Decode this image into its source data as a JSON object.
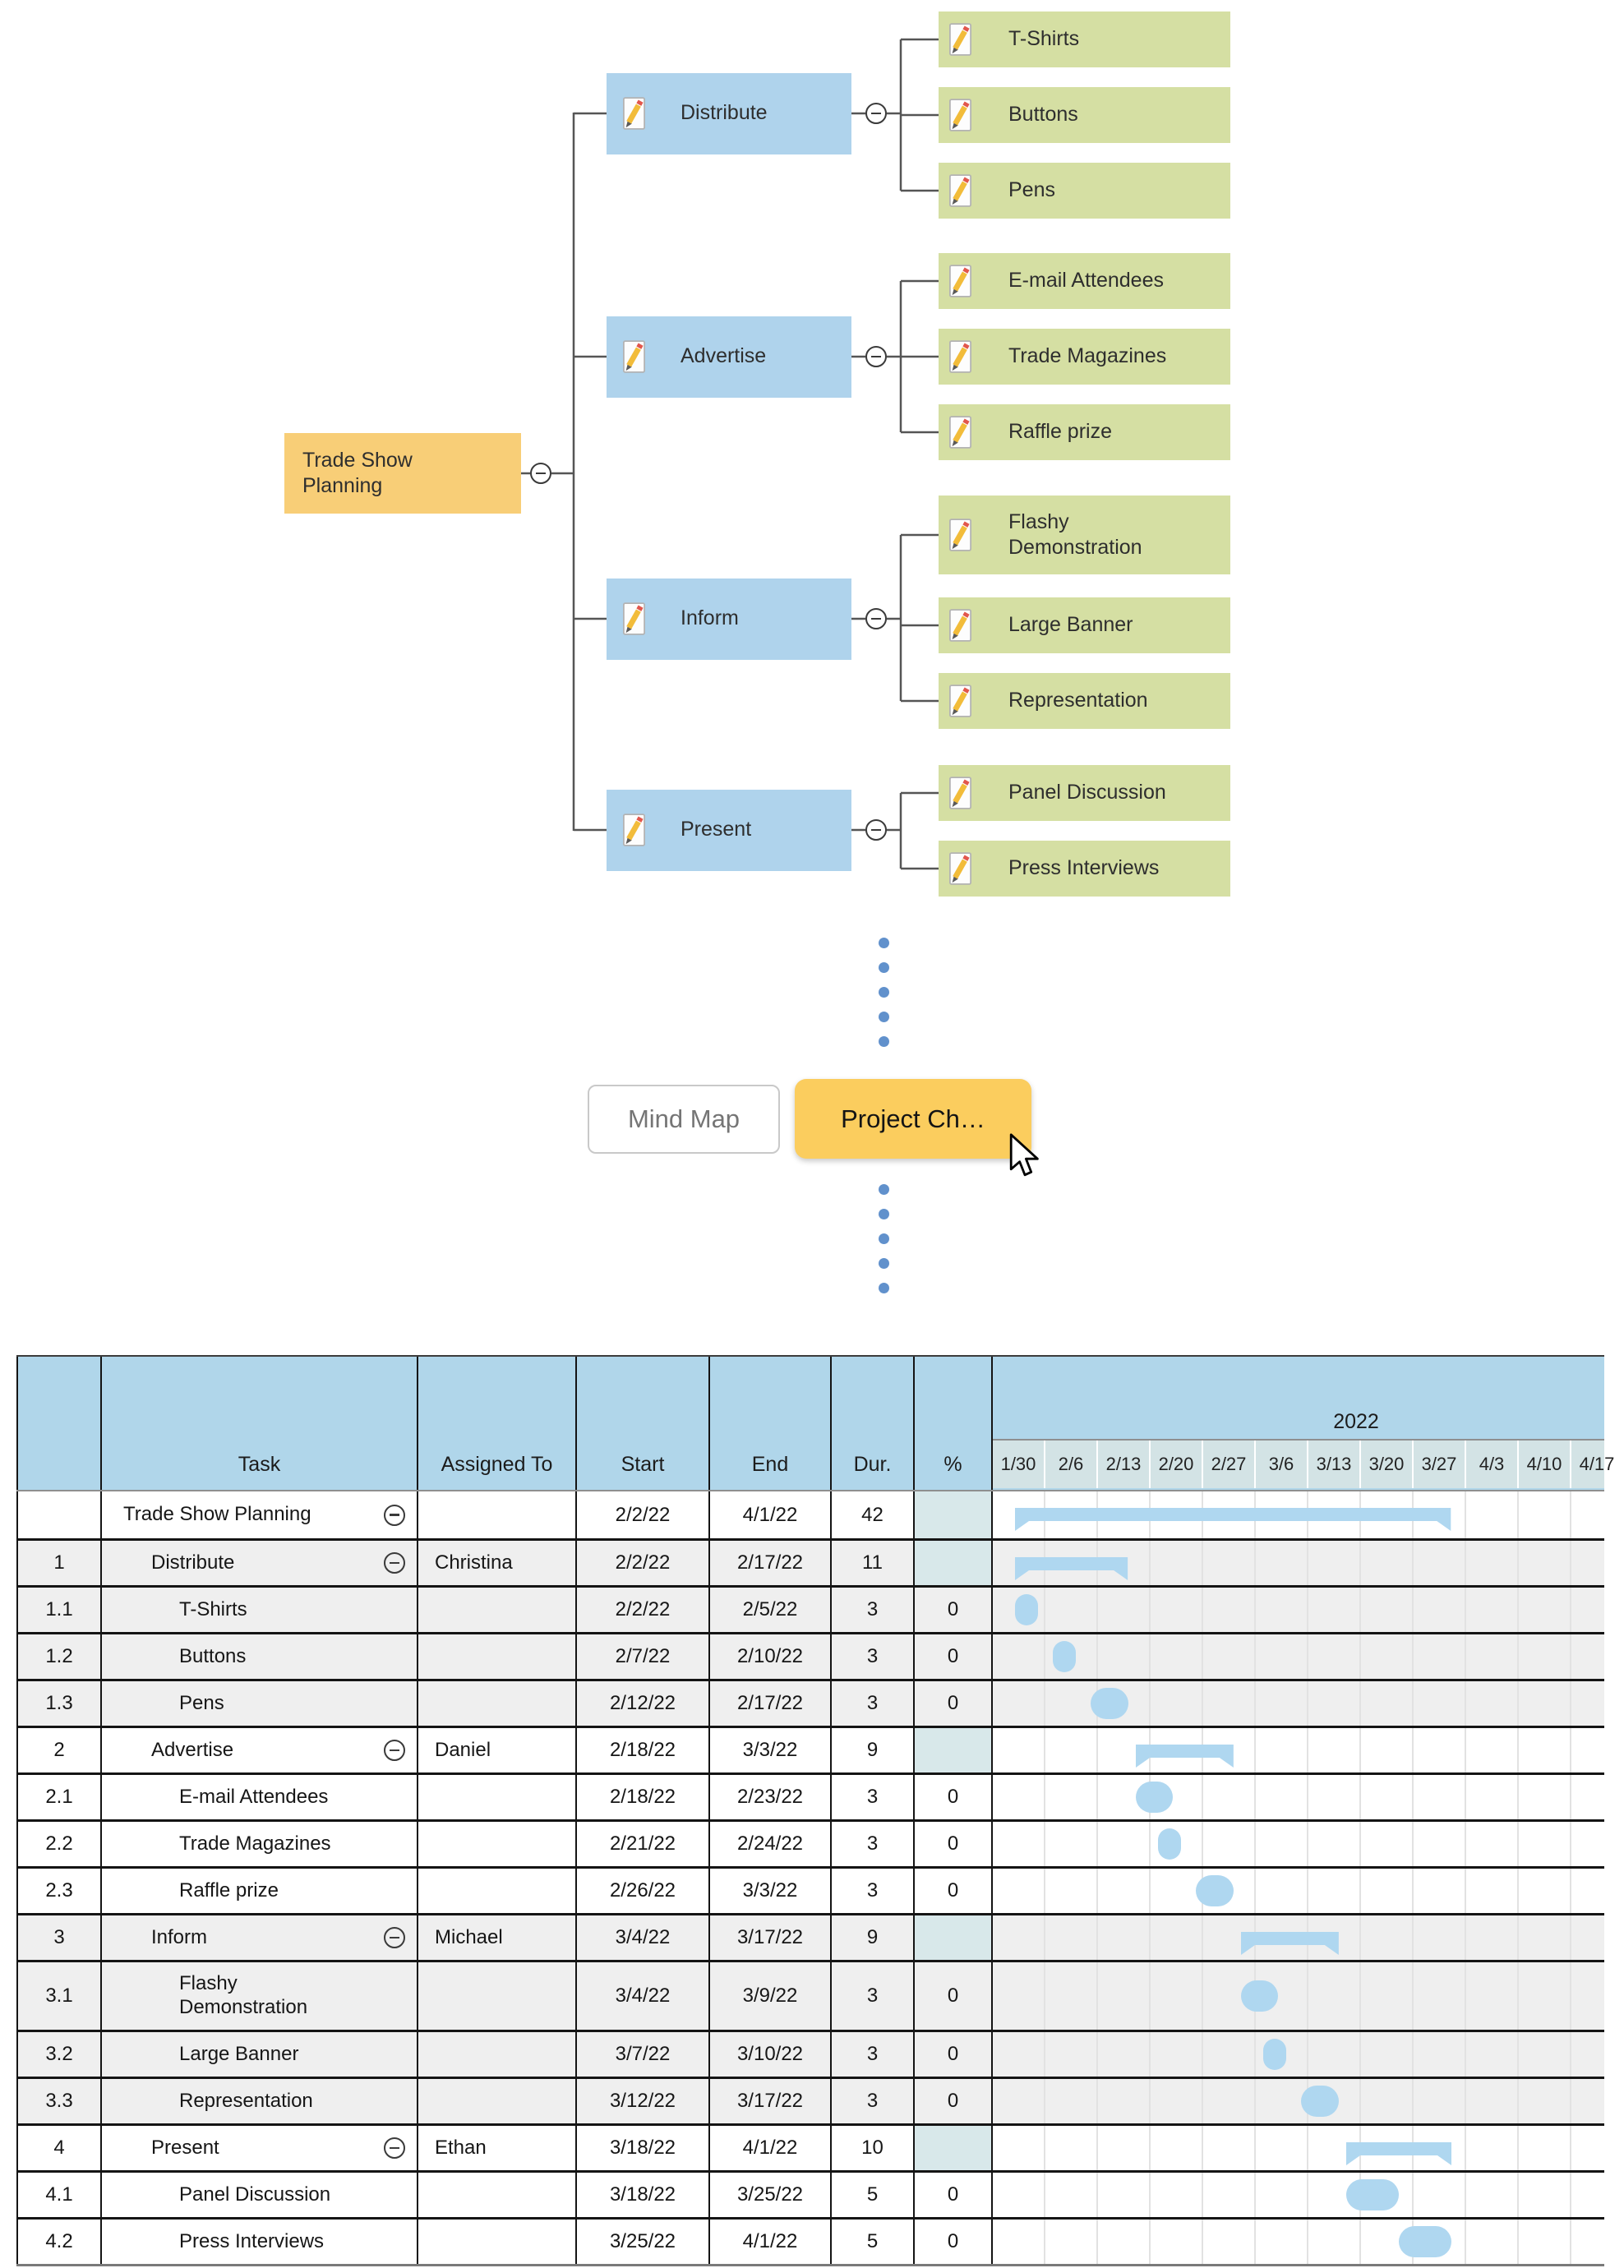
{
  "colors": {
    "root_node": "#F8CE77",
    "branch_node": "#AFD3EC",
    "leaf_node": "#D5DFA3",
    "active_button": "#FBCD5E",
    "header_blue": "#B0D6EA",
    "date_strip": "#D3E3E5",
    "percent_cell_tint": "#D8E8EA",
    "row_alt_gray": "#EFEFEF",
    "gantt_bar_blue": "#AFD7F0",
    "dot_blue": "#6191CC",
    "connector_gray": "#555555"
  },
  "mindmap": {
    "root_label": "Trade Show Planning",
    "branches": [
      {
        "label": "Distribute",
        "children": [
          "T-Shirts",
          "Buttons",
          "Pens"
        ]
      },
      {
        "label": "Advertise",
        "children": [
          "E-mail Attendees",
          "Trade Magazines",
          "Raffle prize"
        ]
      },
      {
        "label": "Inform",
        "children": [
          "Flashy Demonstration",
          "Large Banner",
          "Representation"
        ]
      },
      {
        "label": "Present",
        "children": [
          "Panel Discussion",
          "Press Interviews"
        ]
      }
    ]
  },
  "toggle": {
    "mind_map_label": "Mind Map",
    "project_chart_label": "Project Ch…"
  },
  "gantt": {
    "year_label": "2022",
    "headers": {
      "task": "Task",
      "assigned": "Assigned To",
      "start": "Start",
      "end": "End",
      "dur": "Dur.",
      "pct": "%"
    },
    "week_labels": [
      "1/30",
      "2/6",
      "2/13",
      "2/20",
      "2/27",
      "3/6",
      "3/13",
      "3/20",
      "3/27",
      "4/3",
      "4/10",
      "4/17"
    ],
    "timeline_origin": "1/30/22",
    "rows": [
      {
        "num": "",
        "task": "Trade Show Planning",
        "level": 0,
        "summary": true,
        "assigned": "",
        "start": "2/2/22",
        "end": "4/1/22",
        "dur": "42",
        "pct": "",
        "shaded": false,
        "tall": false
      },
      {
        "num": "1",
        "task": "Distribute",
        "level": 1,
        "summary": true,
        "assigned": "Christina",
        "start": "2/2/22",
        "end": "2/17/22",
        "dur": "11",
        "pct": "",
        "shaded": true,
        "tall": false
      },
      {
        "num": "1.1",
        "task": "T-Shirts",
        "level": 2,
        "summary": false,
        "assigned": "",
        "start": "2/2/22",
        "end": "2/5/22",
        "dur": "3",
        "pct": "0",
        "shaded": true,
        "tall": false
      },
      {
        "num": "1.2",
        "task": "Buttons",
        "level": 2,
        "summary": false,
        "assigned": "",
        "start": "2/7/22",
        "end": "2/10/22",
        "dur": "3",
        "pct": "0",
        "shaded": true,
        "tall": false
      },
      {
        "num": "1.3",
        "task": "Pens",
        "level": 2,
        "summary": false,
        "assigned": "",
        "start": "2/12/22",
        "end": "2/17/22",
        "dur": "3",
        "pct": "0",
        "shaded": true,
        "tall": false
      },
      {
        "num": "2",
        "task": "Advertise",
        "level": 1,
        "summary": true,
        "assigned": "Daniel",
        "start": "2/18/22",
        "end": "3/3/22",
        "dur": "9",
        "pct": "",
        "shaded": false,
        "tall": false
      },
      {
        "num": "2.1",
        "task": "E-mail Attendees",
        "level": 2,
        "summary": false,
        "assigned": "",
        "start": "2/18/22",
        "end": "2/23/22",
        "dur": "3",
        "pct": "0",
        "shaded": false,
        "tall": false
      },
      {
        "num": "2.2",
        "task": "Trade Magazines",
        "level": 2,
        "summary": false,
        "assigned": "",
        "start": "2/21/22",
        "end": "2/24/22",
        "dur": "3",
        "pct": "0",
        "shaded": false,
        "tall": false
      },
      {
        "num": "2.3",
        "task": "Raffle prize",
        "level": 2,
        "summary": false,
        "assigned": "",
        "start": "2/26/22",
        "end": "3/3/22",
        "dur": "3",
        "pct": "0",
        "shaded": false,
        "tall": false
      },
      {
        "num": "3",
        "task": "Inform",
        "level": 1,
        "summary": true,
        "assigned": "Michael",
        "start": "3/4/22",
        "end": "3/17/22",
        "dur": "9",
        "pct": "",
        "shaded": true,
        "tall": false
      },
      {
        "num": "3.1",
        "task": "Flashy Demonstration",
        "level": 2,
        "summary": false,
        "assigned": "",
        "start": "3/4/22",
        "end": "3/9/22",
        "dur": "3",
        "pct": "0",
        "shaded": true,
        "tall": true
      },
      {
        "num": "3.2",
        "task": "Large Banner",
        "level": 2,
        "summary": false,
        "assigned": "",
        "start": "3/7/22",
        "end": "3/10/22",
        "dur": "3",
        "pct": "0",
        "shaded": true,
        "tall": false
      },
      {
        "num": "3.3",
        "task": "Representation",
        "level": 2,
        "summary": false,
        "assigned": "",
        "start": "3/12/22",
        "end": "3/17/22",
        "dur": "3",
        "pct": "0",
        "shaded": true,
        "tall": false
      },
      {
        "num": "4",
        "task": "Present",
        "level": 1,
        "summary": true,
        "assigned": "Ethan",
        "start": "3/18/22",
        "end": "4/1/22",
        "dur": "10",
        "pct": "",
        "shaded": false,
        "tall": false
      },
      {
        "num": "4.1",
        "task": "Panel Discussion",
        "level": 2,
        "summary": false,
        "assigned": "",
        "start": "3/18/22",
        "end": "3/25/22",
        "dur": "5",
        "pct": "0",
        "shaded": false,
        "tall": false
      },
      {
        "num": "4.2",
        "task": "Press Interviews",
        "level": 2,
        "summary": false,
        "assigned": "",
        "start": "3/25/22",
        "end": "4/1/22",
        "dur": "5",
        "pct": "0",
        "shaded": false,
        "tall": false
      }
    ]
  }
}
